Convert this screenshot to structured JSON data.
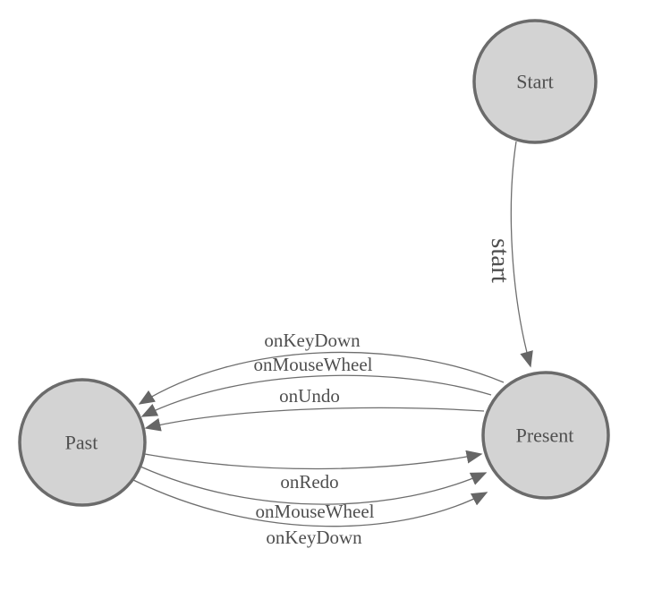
{
  "diagram": {
    "type": "state-machine",
    "background_color": "#ffffff",
    "node_fill_color": "#d3d3d3",
    "node_border_color": "#6b6b6b",
    "edge_line_color": "#6e6e6e",
    "arrowhead_color": "#666666",
    "label_color": "#4f4f4f",
    "nodes": [
      {
        "id": "start",
        "label": "Start"
      },
      {
        "id": "present",
        "label": "Present"
      },
      {
        "id": "past",
        "label": "Past"
      }
    ],
    "edges": [
      {
        "label": "start",
        "from": "Start",
        "to": "Present"
      },
      {
        "label": "onKeyDown",
        "from": "Present",
        "to": "Past"
      },
      {
        "label": "onMouseWheel",
        "from": "Present",
        "to": "Past"
      },
      {
        "label": "onUndo",
        "from": "Present",
        "to": "Past"
      },
      {
        "label": "onRedo",
        "from": "Past",
        "to": "Present"
      },
      {
        "label": "onMouseWheel",
        "from": "Past",
        "to": "Present"
      },
      {
        "label": "onKeyDown",
        "from": "Past",
        "to": "Present"
      }
    ]
  }
}
